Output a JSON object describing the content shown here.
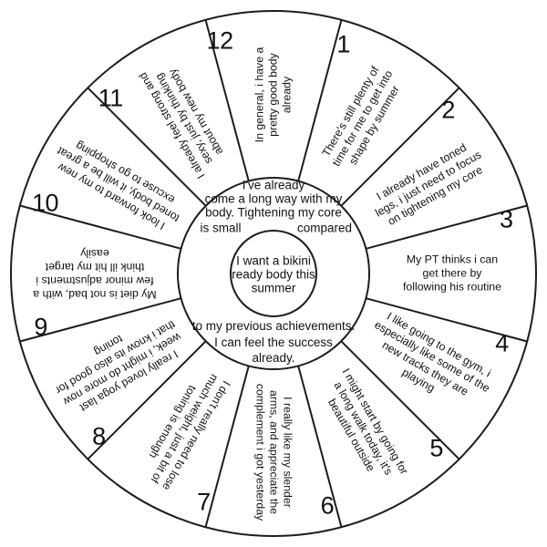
{
  "wheel": {
    "title": "belief-wheel-diagram",
    "center": {
      "text": "I want a bikini\nready body this\nsummer"
    },
    "inner_ring": {
      "top": "I've already\ncome a long way with my\nbody. Tightening my core",
      "left": "is small",
      "right": "compared",
      "bottom": "to my previous achievements.\nI can feel the success\nalready."
    },
    "segments": [
      {
        "number": "1",
        "text": "There's still plenty of\ntime for me to get into\nshape by summer"
      },
      {
        "number": "2",
        "text": "I already have toned\nlegs, i just need to focus\non tightening my core"
      },
      {
        "number": "3",
        "text": "My PT thinks i can\nget there by\nfollowing his routine"
      },
      {
        "number": "4",
        "text": "I like going to the gym, i\nespecially like some of the\nnew tracks they are\nplaying"
      },
      {
        "number": "5",
        "text": "I might start by going for\na long walk today, it's\nbeautiful outside"
      },
      {
        "number": "6",
        "text": "I really like my slender\narms, and appreciate the\ncomplement i got yesterday"
      },
      {
        "number": "7",
        "text": "I don't really need to lose\nmuch weight, just a bit of\ntoning is enough"
      },
      {
        "number": "8",
        "text": "I really loved yoga last\nweek, i might do more now\nthat i know its also good for\ntoning"
      },
      {
        "number": "9",
        "text": "My diet is not bad, with a\nfew minor adjustments i\nthink ill hit my target\neasily"
      },
      {
        "number": "10",
        "text": "I look forward to my new\ntoned body, it will be a great\nexcuse to go shopping"
      },
      {
        "number": "11",
        "text": "I already feel strong and\nsexy, just by thinking\nabout my new body"
      },
      {
        "number": "12",
        "text": "In general, i have a\npretty good body\nalready"
      }
    ],
    "colors": {
      "line": "#1c1c1c",
      "text": "#111111",
      "background": "#ffffff"
    }
  }
}
